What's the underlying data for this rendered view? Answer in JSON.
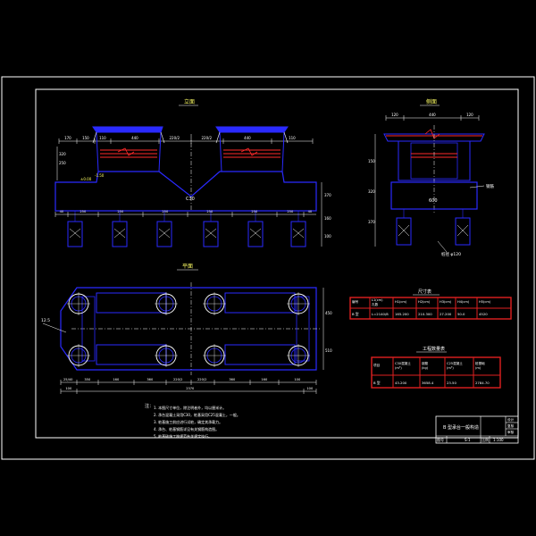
{
  "colors": {
    "background": "#000000",
    "frame": "#ffffff",
    "structure": "#2a2aff",
    "hatch": "#ff2a2a",
    "table_border": "#e02020",
    "dimension": "#ffffff",
    "text": "#ffffff",
    "annotation": "#ffff66"
  },
  "views": {
    "elevation_title": "立面",
    "side_title": "侧面",
    "plan_title": "平面"
  },
  "elevation": {
    "dim_top": [
      "170",
      "150",
      "110",
      "440",
      "220/2",
      "220/2",
      "440",
      "110"
    ],
    "dim_left": [
      "320",
      "250"
    ],
    "dim_bottom": [
      "40",
      "250",
      "250",
      "250",
      "250",
      "250",
      "250",
      "40"
    ],
    "center_label": "C30",
    "right_dims": [
      "370",
      "160",
      "100"
    ],
    "elev_labels": [
      "±0.00",
      "-1.50"
    ]
  },
  "side": {
    "dim_top": [
      "120",
      "440",
      "120"
    ],
    "dim_left": [
      "150",
      "320",
      "370"
    ],
    "inner_label": "600",
    "bottom_label": "桩径 φ120",
    "callout": "钢筋"
  },
  "plan": {
    "dim_bottom_1": [
      "25/40",
      "350",
      "160",
      "360",
      "220/2",
      "220/2",
      "360",
      "160",
      "100"
    ],
    "dim_bottom_total": [
      "100",
      "2370",
      "100"
    ],
    "left_callout": "12.5",
    "right_dims": [
      "450",
      "510"
    ]
  },
  "table1": {
    "title": "尺寸表",
    "headers": [
      "编号",
      "L1(cm)\n孔数",
      "H1(cm)",
      "H2(cm)",
      "H3(cm)",
      "H4(cm)",
      "H5(cm)"
    ],
    "row": [
      "B 型",
      "L=2140/8",
      "165.200",
      "210.300",
      "27.200",
      "50.0",
      "4520"
    ]
  },
  "table2": {
    "title": "工程数量表",
    "headers": [
      "项目",
      "C30混凝土\n(m³)",
      "钢筋\n(kg)",
      "C25混凝土\n(m³)",
      "桩基础\n(m)"
    ],
    "row": [
      "B 型",
      "43.200",
      "3658.4",
      "23.50",
      "2784.70"
    ]
  },
  "notes": {
    "title": "注：",
    "items": [
      "1. 本图尺寸单位，除注明者外，均以厘米计。",
      "2. 承台混凝土采用C30，桩基采用C25混凝土，一般。",
      "3. 桩基施工前应进行试桩，确定其承载力。",
      "4. 承台、桩基钢筋详见有关钢筋构造图。",
      "5. 桩基础施工按规范有关规定执行。"
    ]
  },
  "title_block": {
    "drawing_name": "B 型承台一般构造",
    "scale_label": "图号",
    "drawing_no": "S-1",
    "sheet_label": "比例",
    "sheet_value": "1:100",
    "sign_labels": [
      "设计",
      "复核",
      "审核"
    ]
  }
}
